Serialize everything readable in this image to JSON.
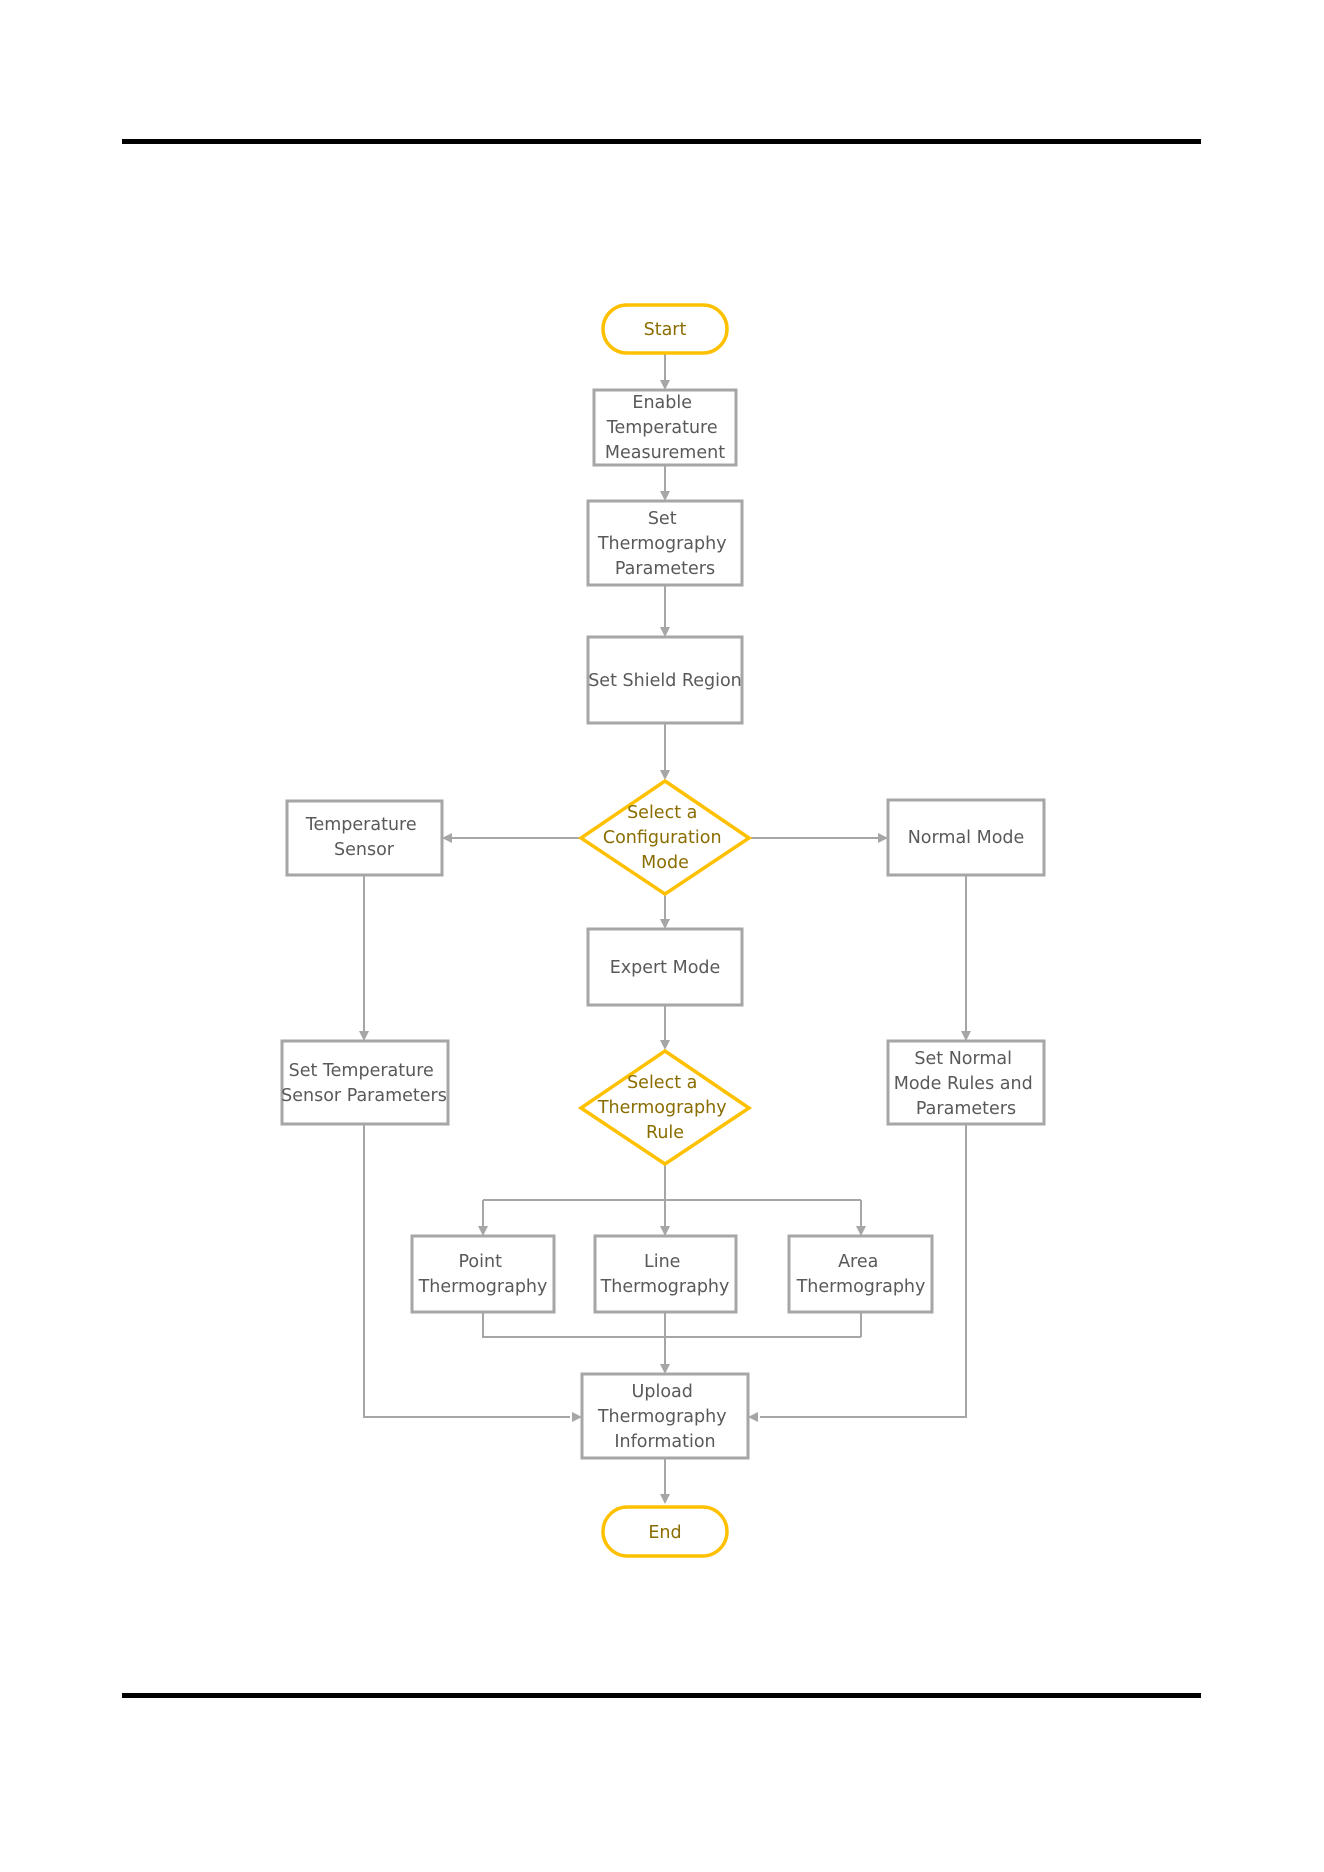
{
  "colors": {
    "box_border": "#a6a6a6",
    "terminal_border": "#ffc000",
    "decision_border": "#ffc000",
    "box_text": "#595959",
    "gold_text": "#8a6d00",
    "rule": "#000000"
  },
  "flowchart": {
    "start": {
      "lines": [
        "Start"
      ]
    },
    "enable_temp": {
      "lines": [
        "Enable",
        "Temperature",
        "Measurement"
      ]
    },
    "set_thermo_params": {
      "lines": [
        "Set",
        "Thermography",
        "Parameters"
      ]
    },
    "set_shield": {
      "lines": [
        "Set Shield Region"
      ]
    },
    "select_config_mode": {
      "lines": [
        "Select a",
        "Configuration",
        "Mode"
      ]
    },
    "temp_sensor": {
      "lines": [
        "Temperature",
        "Sensor"
      ]
    },
    "normal_mode": {
      "lines": [
        "Normal Mode"
      ]
    },
    "expert_mode": {
      "lines": [
        "Expert Mode"
      ]
    },
    "set_temp_sensor_params": {
      "lines": [
        "Set Temperature",
        "Sensor Parameters"
      ]
    },
    "select_thermo_rule": {
      "lines": [
        "Select a",
        "Thermography",
        "Rule"
      ]
    },
    "set_normal_rules": {
      "lines": [
        "Set Normal",
        "Mode Rules and",
        "Parameters"
      ]
    },
    "point_thermo": {
      "lines": [
        "Point",
        "Thermography"
      ]
    },
    "line_thermo": {
      "lines": [
        "Line",
        "Thermography"
      ]
    },
    "area_thermo": {
      "lines": [
        "Area",
        "Thermography"
      ]
    },
    "upload_info": {
      "lines": [
        "Upload",
        "Thermography",
        "Information"
      ]
    },
    "end": {
      "lines": [
        "End"
      ]
    }
  }
}
